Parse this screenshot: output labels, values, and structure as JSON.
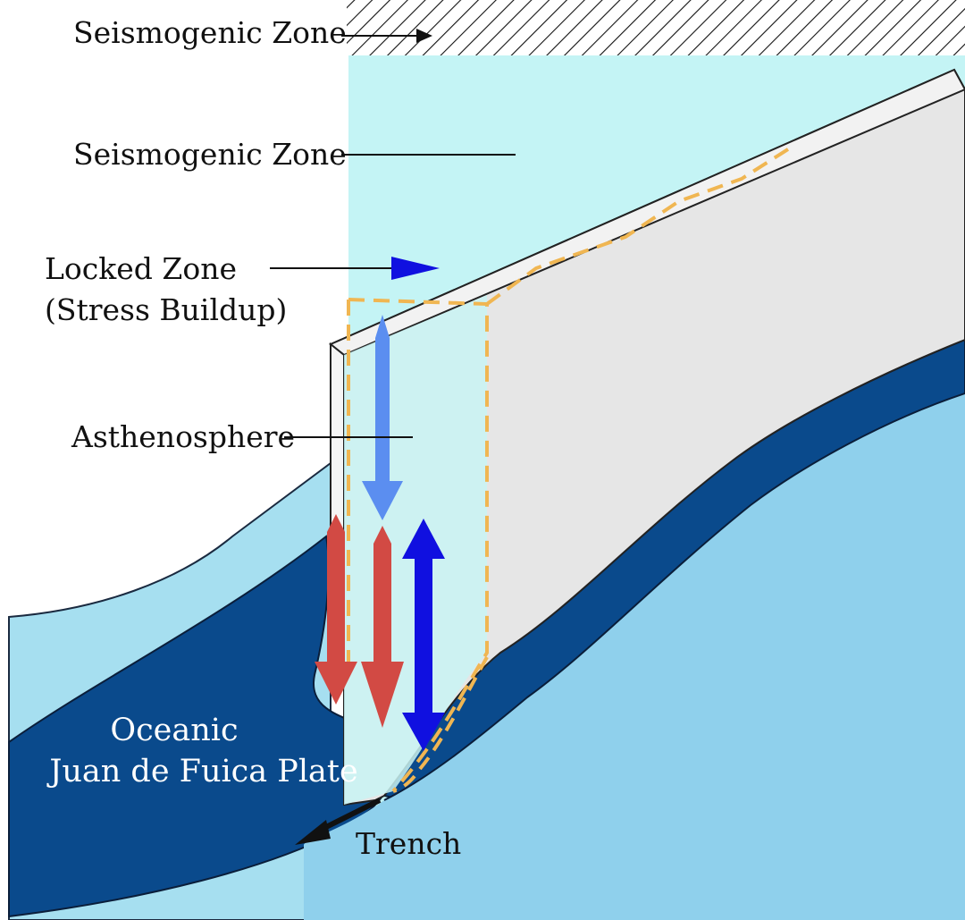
{
  "labels": {
    "seismogenic_top": "Seismogenic Zone",
    "seismogenic_mid": "Seismogenic Zone",
    "locked_line1": "Locked Zone",
    "locked_line2": "(Stress Buildup)",
    "asthenosphere": "Asthenosphere",
    "oceanic_line1": "Oceanic",
    "oceanic_line2": "Juan de Fuica Plate",
    "trench": "Trench"
  },
  "colors": {
    "background": "#ffffff",
    "sky_light": "#c4f4f5",
    "ocean_light": "#a6dff0",
    "ocean_mid": "#8fd0ec",
    "deep_plate": "#0a4a8c",
    "crust": "#e6e6e6",
    "locked_outline": "#f0b652",
    "arrow_red": "#d24a44",
    "arrow_blue": "#1010e0",
    "arrow_light_blue": "#5b8ef0",
    "hatch": "#111111",
    "text": "#111111",
    "text_on_plate": "#ffffff"
  },
  "icons": {
    "hatch_pattern": "diagonal-hatch",
    "pointer_arrow": "arrow-right-icon",
    "trench_arrow": "arrow-left-icon"
  }
}
